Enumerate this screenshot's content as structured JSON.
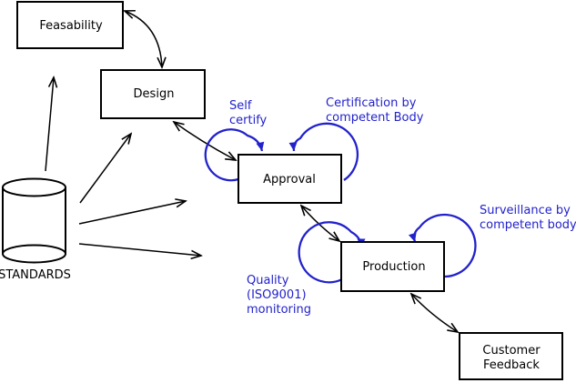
{
  "colors": {
    "background": "#ffffff",
    "line_black": "#000000",
    "annotation_blue": "#2222cc"
  },
  "nodes": {
    "feasability": {
      "label": "Feasability",
      "shape": "rectangle"
    },
    "design": {
      "label": "Design",
      "shape": "rectangle"
    },
    "approval": {
      "label": "Approval",
      "shape": "rectangle"
    },
    "production": {
      "label": "Production",
      "shape": "rectangle"
    },
    "customer_feedback": {
      "lines": [
        "Customer",
        "Feedback"
      ],
      "shape": "rectangle"
    },
    "standards": {
      "label": "STANDARDS",
      "shape": "cylinder"
    }
  },
  "annotations": {
    "self_certify": {
      "lines": [
        "Self",
        "certify"
      ],
      "target": "approval"
    },
    "certification": {
      "lines": [
        "Certification by",
        "competent Body"
      ],
      "target": "approval"
    },
    "quality_monitoring": {
      "lines": [
        "Quality",
        "(ISO9001)",
        "monitoring"
      ],
      "target": "production"
    },
    "surveillance": {
      "lines": [
        "Surveillance by",
        "competent body"
      ],
      "target": "production"
    }
  },
  "edges": [
    {
      "from": "feasability",
      "to": "design",
      "style": "curved",
      "arrows": "both"
    },
    {
      "from": "design",
      "to": "approval",
      "style": "curved",
      "arrows": "both"
    },
    {
      "from": "approval",
      "to": "production",
      "style": "curved",
      "arrows": "both"
    },
    {
      "from": "production",
      "to": "customer_feedback",
      "style": "curved",
      "arrows": "both"
    },
    {
      "from": "standards",
      "to": "feasability",
      "style": "straight",
      "arrows": "end"
    },
    {
      "from": "standards",
      "to": "design",
      "style": "straight",
      "arrows": "end"
    },
    {
      "from": "standards",
      "to": "approval",
      "style": "straight",
      "arrows": "end"
    },
    {
      "from": "standards",
      "to": "production",
      "style": "straight",
      "arrows": "end"
    },
    {
      "from": "approval",
      "to": "approval",
      "style": "loop-left",
      "arrows": "end",
      "label_ref": "self_certify"
    },
    {
      "from": "approval",
      "to": "approval",
      "style": "loop-right",
      "arrows": "end",
      "label_ref": "certification"
    },
    {
      "from": "production",
      "to": "production",
      "style": "loop-left",
      "arrows": "end",
      "label_ref": "quality_monitoring"
    },
    {
      "from": "production",
      "to": "production",
      "style": "loop-right",
      "arrows": "end",
      "label_ref": "surveillance"
    }
  ]
}
